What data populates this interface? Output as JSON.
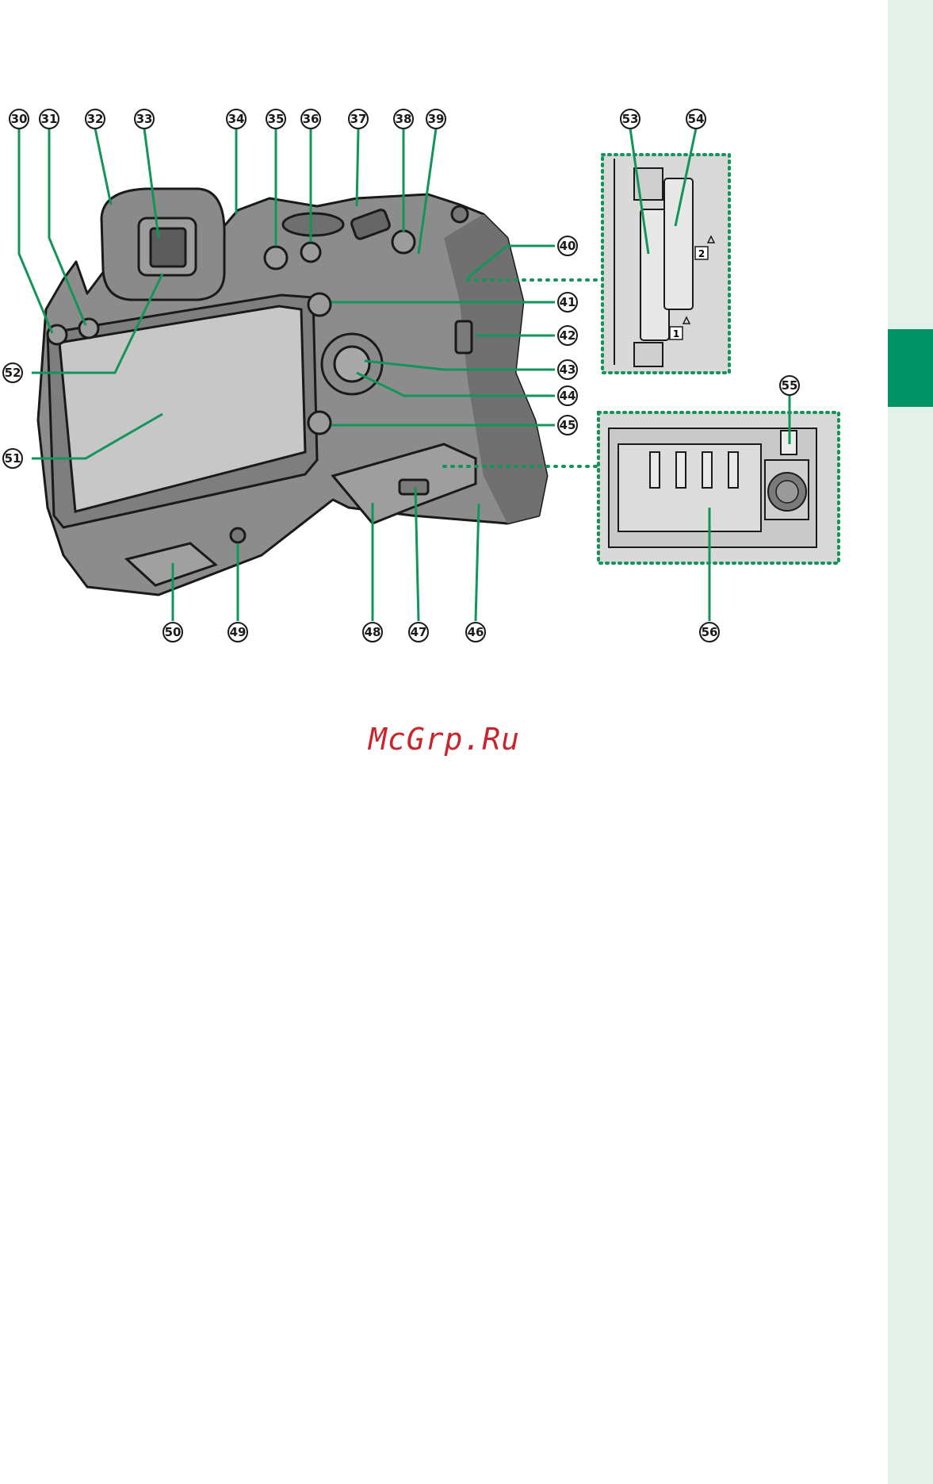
{
  "page": {
    "section_tab_color": "#009366",
    "side_band_color": "#e3f1ea",
    "leader_color": "#13945c"
  },
  "callouts": [
    {
      "number": "30"
    },
    {
      "number": "31"
    },
    {
      "number": "32"
    },
    {
      "number": "33"
    },
    {
      "number": "34"
    },
    {
      "number": "35"
    },
    {
      "number": "36"
    },
    {
      "number": "37"
    },
    {
      "number": "38"
    },
    {
      "number": "39"
    },
    {
      "number": "40"
    },
    {
      "number": "41"
    },
    {
      "number": "42"
    },
    {
      "number": "43"
    },
    {
      "number": "44"
    },
    {
      "number": "45"
    },
    {
      "number": "46"
    },
    {
      "number": "47"
    },
    {
      "number": "48"
    },
    {
      "number": "49"
    },
    {
      "number": "50"
    },
    {
      "number": "51"
    },
    {
      "number": "52"
    },
    {
      "number": "53"
    },
    {
      "number": "54"
    },
    {
      "number": "55"
    },
    {
      "number": "56"
    }
  ],
  "card_slot_labels": {
    "slot1": "1",
    "slot2": "2"
  },
  "watermark": "McGrp.Ru"
}
